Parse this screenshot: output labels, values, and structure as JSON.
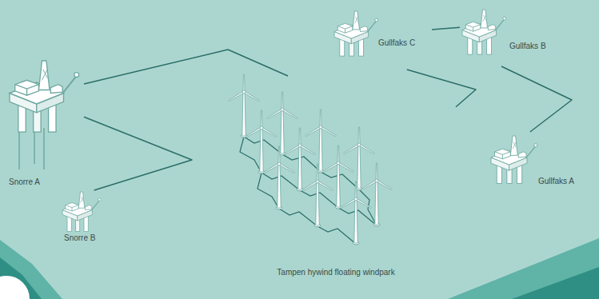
{
  "diagram": {
    "nodes": [
      {
        "text": [
          "Snorre A"
        ]
      },
      {
        "text": [
          "Snorre B"
        ]
      },
      {
        "text": [
          "Tampen hywind floating windpark"
        ]
      },
      {
        "text": [
          "Gullfaks C"
        ]
      },
      {
        "text": [
          "Gullfaks B"
        ]
      },
      {
        "text": [
          "Gullfaks A"
        ]
      }
    ],
    "edges": [
      {
        "from": 0,
        "to": 1,
        "arrow": "none"
      },
      {
        "from": 0,
        "to": 2,
        "arrow": "none"
      },
      {
        "from": 2,
        "to": 3,
        "arrow": "none"
      },
      {
        "from": 3,
        "to": 4,
        "arrow": "none"
      },
      {
        "from": 4,
        "to": 5,
        "arrow": "none"
      }
    ]
  }
}
